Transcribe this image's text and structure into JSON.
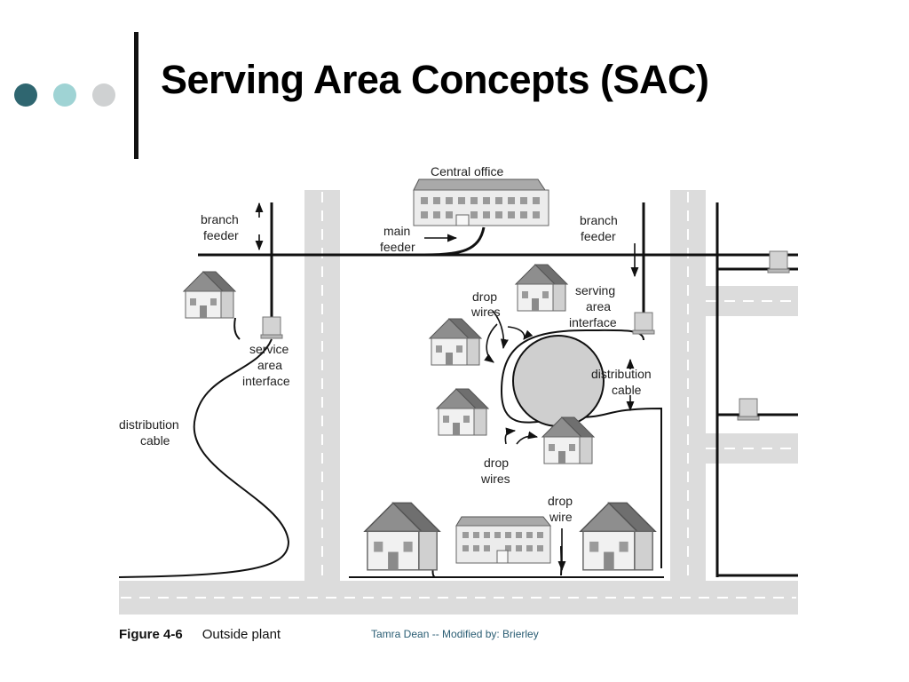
{
  "slide": {
    "title": "Serving Area Concepts (SAC)",
    "dot_colors": [
      "#2f6670",
      "#9fd3d4",
      "#cfd1d2"
    ]
  },
  "figure": {
    "labels": {
      "central_office": "Central office",
      "branch_feeder_left": [
        "branch",
        "feeder"
      ],
      "branch_feeder_right": [
        "branch",
        "feeder"
      ],
      "main_feeder": [
        "main",
        "feeder"
      ],
      "drop_wires_top": [
        "drop",
        "wires"
      ],
      "drop_wires_bottom": [
        "drop",
        "wires"
      ],
      "serving_area_interface": [
        "serving",
        "area",
        "interface"
      ],
      "service_area_interface": [
        "service",
        "area",
        "interface"
      ],
      "distribution_cable_left": [
        "distribution",
        "cable"
      ],
      "distribution_cable_right": [
        "distribution",
        "cable"
      ],
      "drop_wire": [
        "drop",
        "wire"
      ]
    },
    "caption_number": "Figure 4-6",
    "caption_text": "Outside plant"
  },
  "footer": {
    "credit": "Tamra Dean -- Modified by: Brierley"
  }
}
